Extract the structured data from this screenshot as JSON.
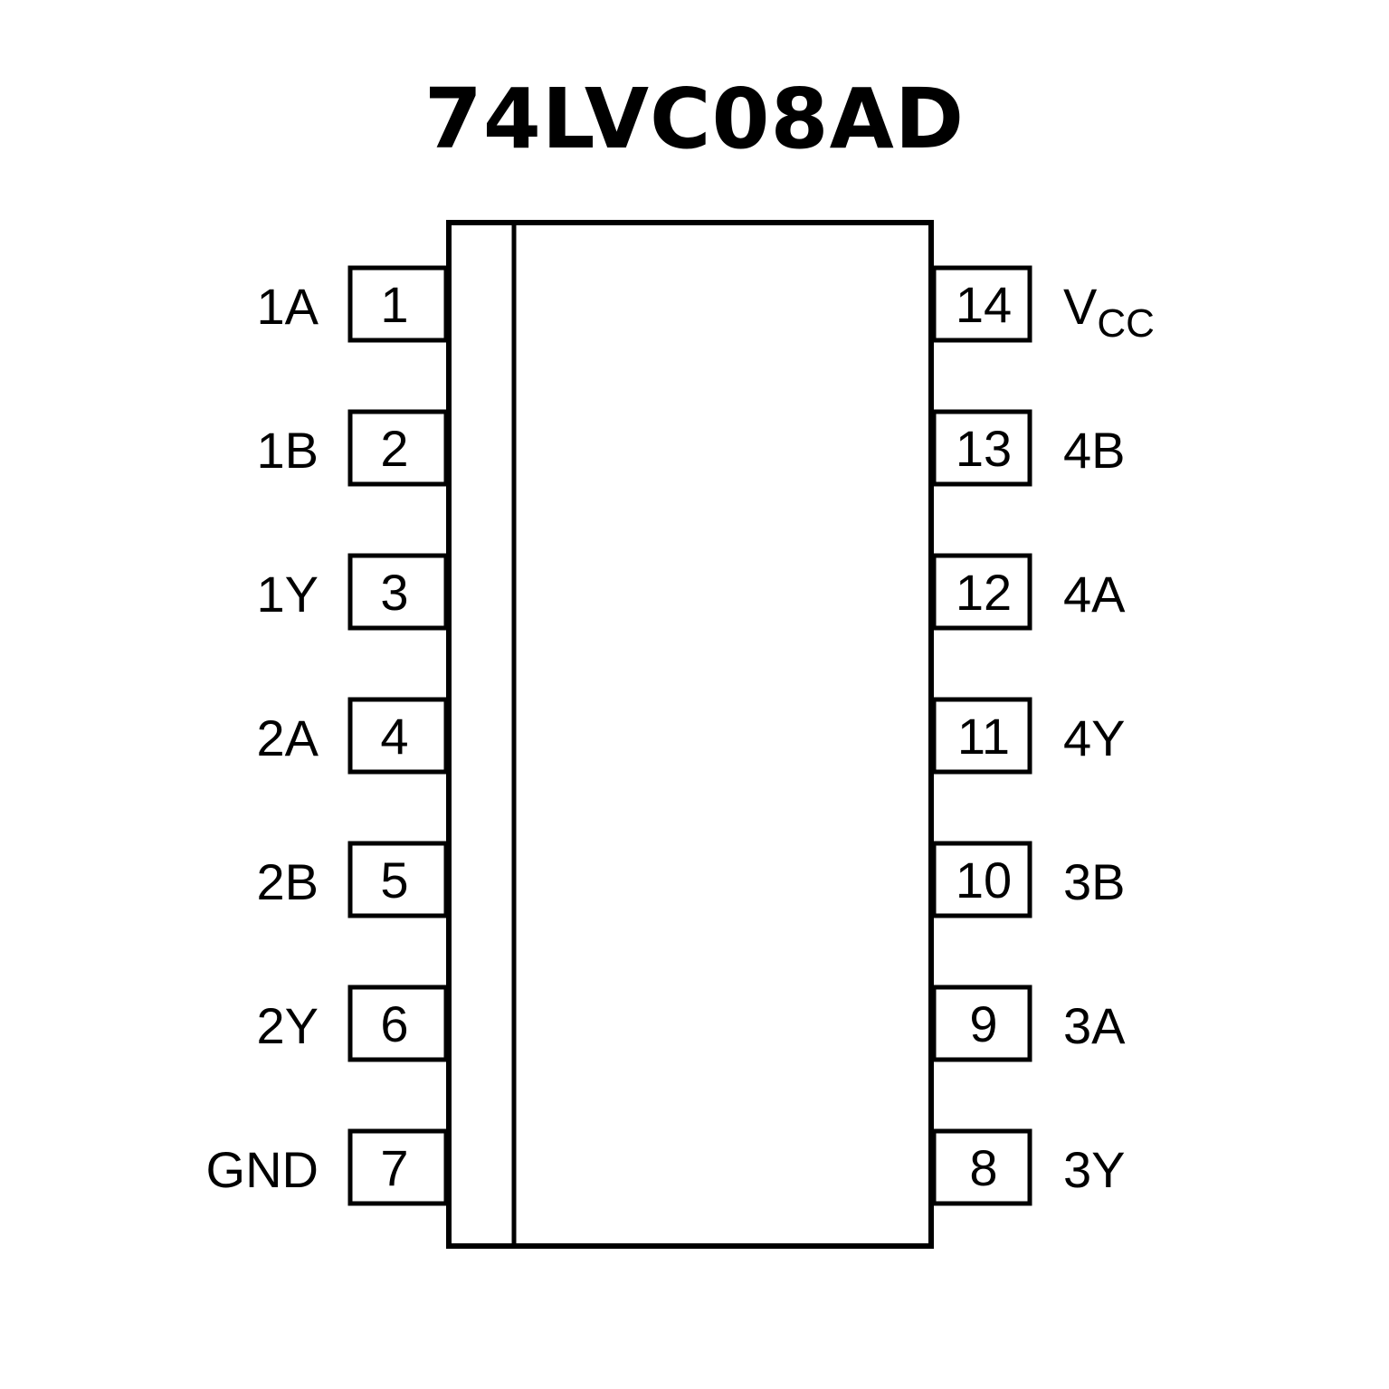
{
  "title": "74LVC08AD",
  "pins_left": [
    {
      "number": "1",
      "label": "1A"
    },
    {
      "number": "2",
      "label": "1B"
    },
    {
      "number": "3",
      "label": "1Y"
    },
    {
      "number": "4",
      "label": "2A"
    },
    {
      "number": "5",
      "label": "2B"
    },
    {
      "number": "6",
      "label": "2Y"
    },
    {
      "number": "7",
      "label": "GND"
    }
  ],
  "pins_right": [
    {
      "number": "14",
      "label": "V",
      "label_sub": "CC"
    },
    {
      "number": "13",
      "label": "4B"
    },
    {
      "number": "12",
      "label": "4A"
    },
    {
      "number": "11",
      "label": "4Y"
    },
    {
      "number": "10",
      "label": "3B"
    },
    {
      "number": "9",
      "label": "3A"
    },
    {
      "number": "8",
      "label": "3Y"
    }
  ]
}
